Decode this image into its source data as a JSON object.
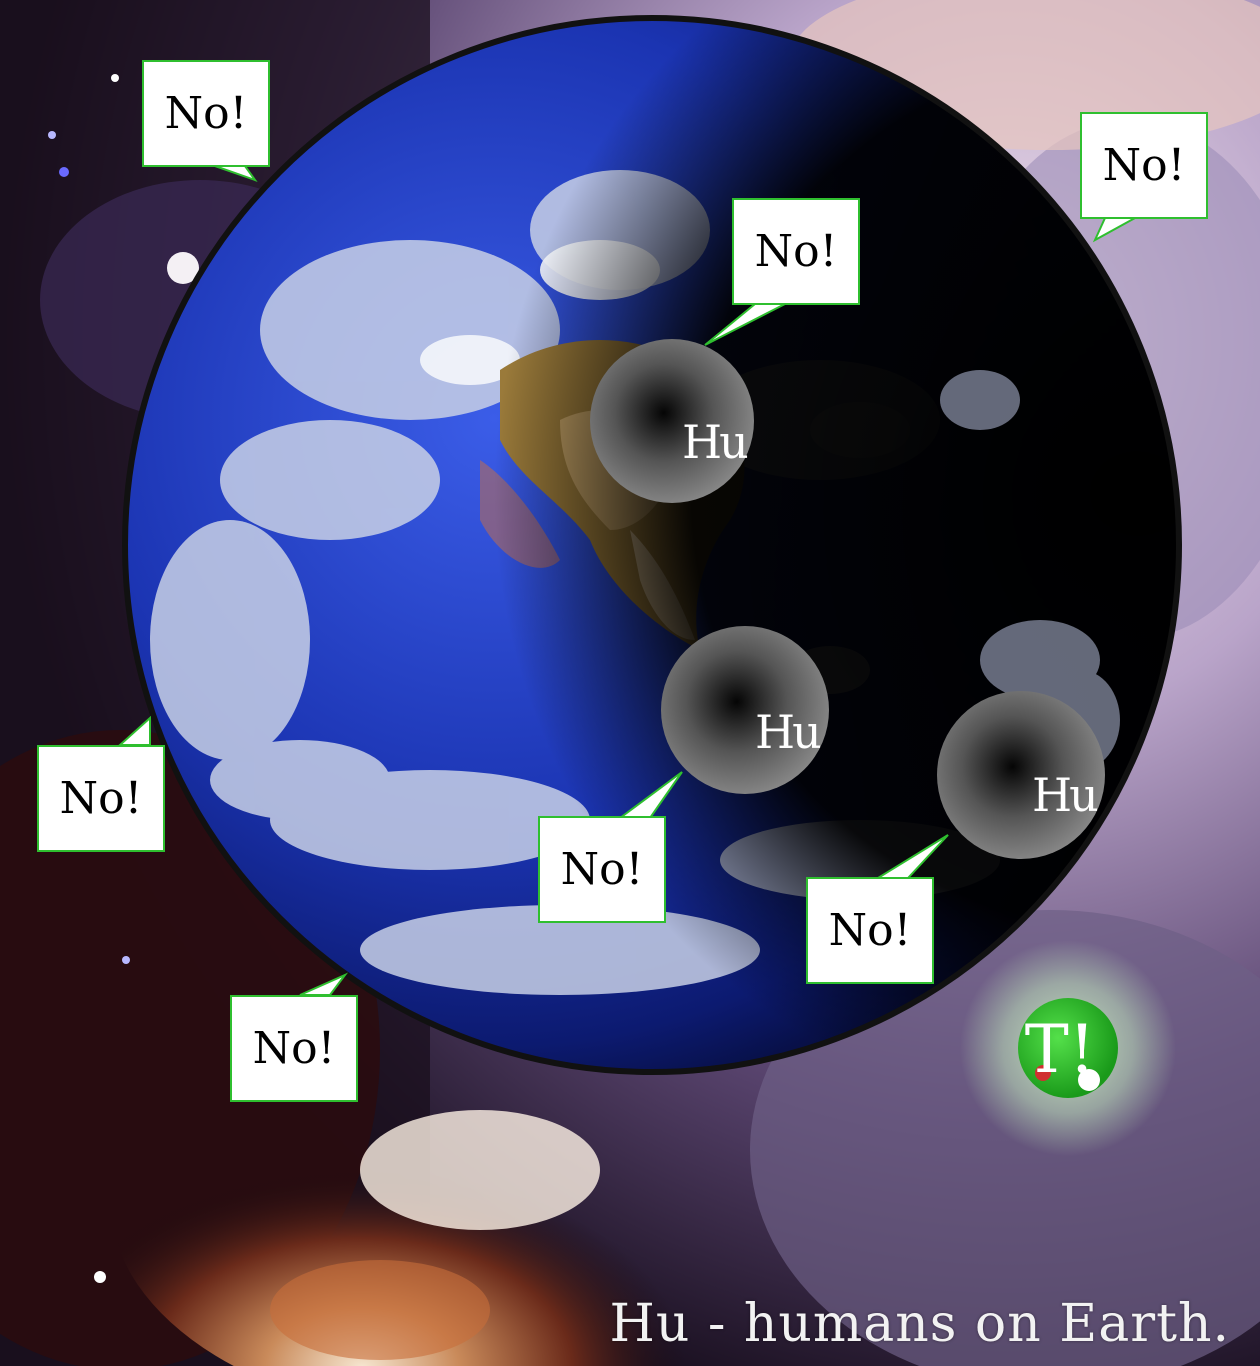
{
  "caption": "Hu - humans on Earth.",
  "bubble_text": "No!",
  "hu_label": "Hu",
  "logo_letter": "T!",
  "colors": {
    "bubble_border": "#2fbf2f",
    "logo_green": "#22b322",
    "ocean_blue": "#1a36b8",
    "space_dark": "#0a0610"
  }
}
